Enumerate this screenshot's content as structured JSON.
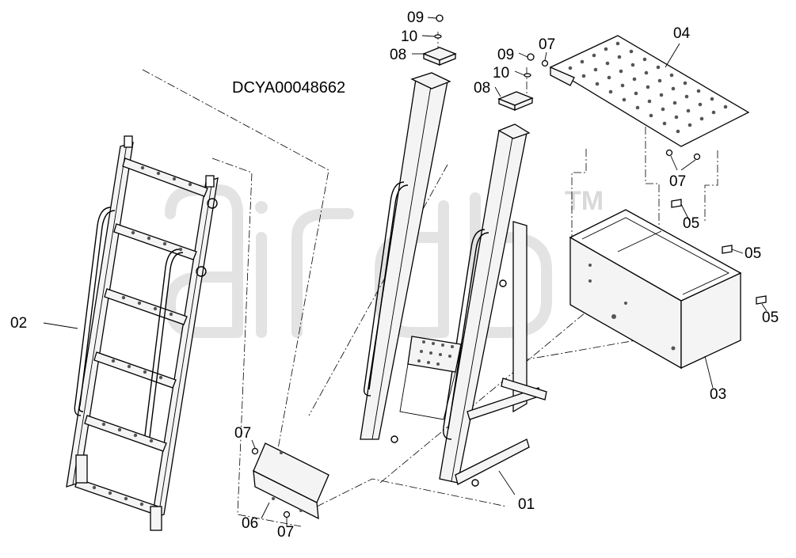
{
  "drawing_code": "DCYA00048662",
  "watermark": {
    "text": "aird",
    "trademark": "TM"
  },
  "labels": {
    "p01": "01",
    "p02": "02",
    "p03": "03",
    "p04": "04",
    "p05a": "05",
    "p05b": "05",
    "p05c": "05",
    "p06": "06",
    "p07a": "07",
    "p07b": "07",
    "p07c": "07",
    "p07d": "07",
    "p08a": "08",
    "p08b": "08",
    "p09a": "09",
    "p09b": "09",
    "p10a": "10",
    "p10b": "10"
  }
}
